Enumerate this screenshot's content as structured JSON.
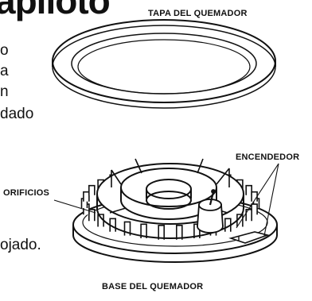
{
  "heading": "apiloto",
  "body_fragments": [
    "o",
    "a",
    "n",
    "dado",
    "ojado."
  ],
  "labels": {
    "cap": "TAPA DEL QUEMADOR",
    "igniter": "ENCENDEDOR",
    "ports": "ORIFICIOS",
    "base": "BASE DEL QUEMADOR"
  },
  "colors": {
    "ink": "#111111",
    "background": "#ffffff"
  }
}
